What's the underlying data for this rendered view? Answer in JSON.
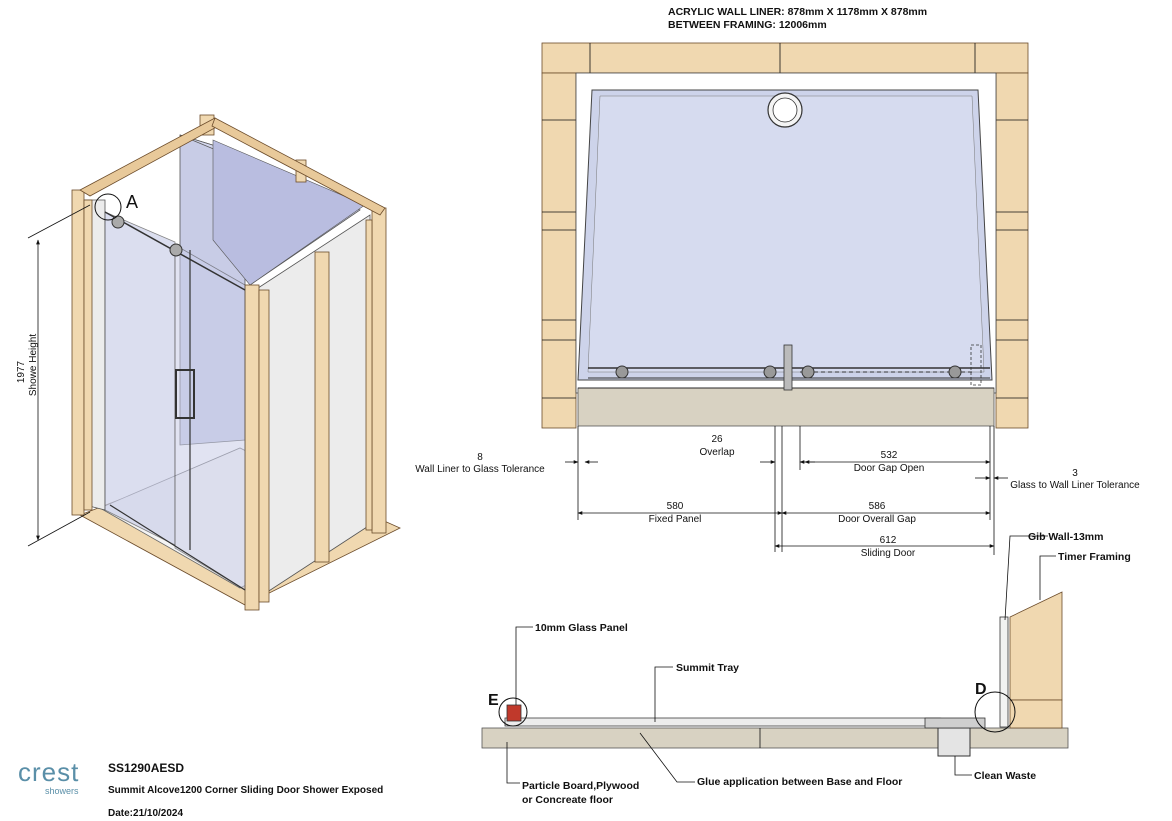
{
  "header": {
    "liner": "ACRYLIC WALL LINER: 878mm X 1178mm X 878mm",
    "framing": "BETWEEN FRAMING: 12006mm"
  },
  "iso": {
    "detail_marker": "A",
    "height_value": "1977",
    "height_label": "Showe Height"
  },
  "dimensions": {
    "tol_left_value": "8",
    "tol_left_label": "Wall Liner to Glass Tolerance",
    "overlap_value": "26",
    "overlap_label": "Overlap",
    "gap_open_value": "532",
    "gap_open_label": "Door Gap Open",
    "tol_right_value": "3",
    "tol_right_label": "Glass to Wall Liner Tolerance",
    "fixed_value": "580",
    "fixed_label": "Fixed Panel",
    "overall_value": "586",
    "overall_label": "Door Overall Gap",
    "sliding_value": "612",
    "sliding_label": "Sliding Door"
  },
  "section": {
    "glass_panel": "10mm Glass Panel",
    "tray": "Summit Tray",
    "gib": "Gib Wall-13mm",
    "framing": "Timer Framing",
    "marker_e": "E",
    "marker_d": "D",
    "base": "Particle Board,Plywood",
    "base2": "or Concreate floor",
    "glue": "Glue application between Base and Floor",
    "waste": "Clean Waste"
  },
  "titleblock": {
    "brand": "crest",
    "brand_sub": "showers",
    "code": "SS1290AESD",
    "description": "Summit Alcove1200 Corner Sliding Door Shower Exposed",
    "date": "Date:21/10/2024"
  },
  "colors": {
    "brand": "#5a8fa8",
    "wood": "#f0d8b0",
    "glass": "#c9cde8",
    "concrete": "#d8d2c2"
  }
}
